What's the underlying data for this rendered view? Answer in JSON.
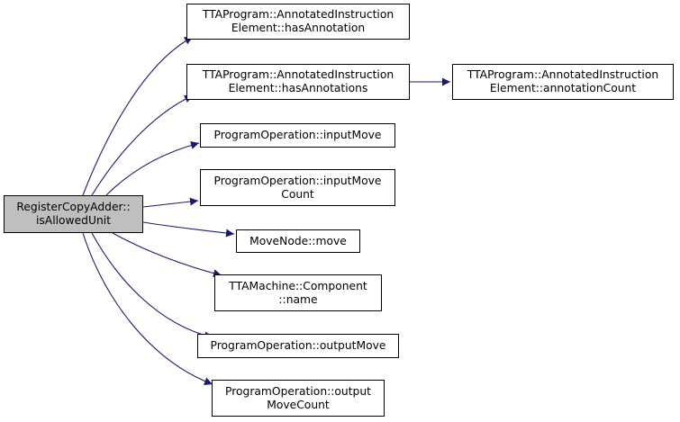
{
  "colors": {
    "edge": "#191970",
    "root_fill": "#bfbfbf",
    "node_fill": "#ffffff",
    "border": "#000000"
  },
  "nodes": {
    "root": {
      "line1": "RegisterCopyAdder::",
      "line2": "isAllowedUnit"
    },
    "has_annotation": {
      "line1": "TTAProgram::AnnotatedInstruction",
      "line2": "Element::hasAnnotation"
    },
    "has_annotations": {
      "line1": "TTAProgram::AnnotatedInstruction",
      "line2": "Element::hasAnnotations"
    },
    "annotation_count": {
      "line1": "TTAProgram::AnnotatedInstruction",
      "line2": "Element::annotationCount"
    },
    "input_move": {
      "line1": "ProgramOperation::inputMove"
    },
    "input_move_count": {
      "line1": "ProgramOperation::inputMove",
      "line2": "Count"
    },
    "move": {
      "line1": "MoveNode::move"
    },
    "component_name": {
      "line1": "TTAMachine::Component",
      "line2": "::name"
    },
    "output_move": {
      "line1": "ProgramOperation::outputMove"
    },
    "output_move_count": {
      "line1": "ProgramOperation::output",
      "line2": "MoveCount"
    }
  },
  "edges": [
    [
      "root",
      "has_annotation"
    ],
    [
      "root",
      "has_annotations"
    ],
    [
      "has_annotations",
      "annotation_count"
    ],
    [
      "root",
      "input_move"
    ],
    [
      "root",
      "input_move_count"
    ],
    [
      "root",
      "move"
    ],
    [
      "root",
      "component_name"
    ],
    [
      "root",
      "output_move"
    ],
    [
      "root",
      "output_move_count"
    ]
  ]
}
